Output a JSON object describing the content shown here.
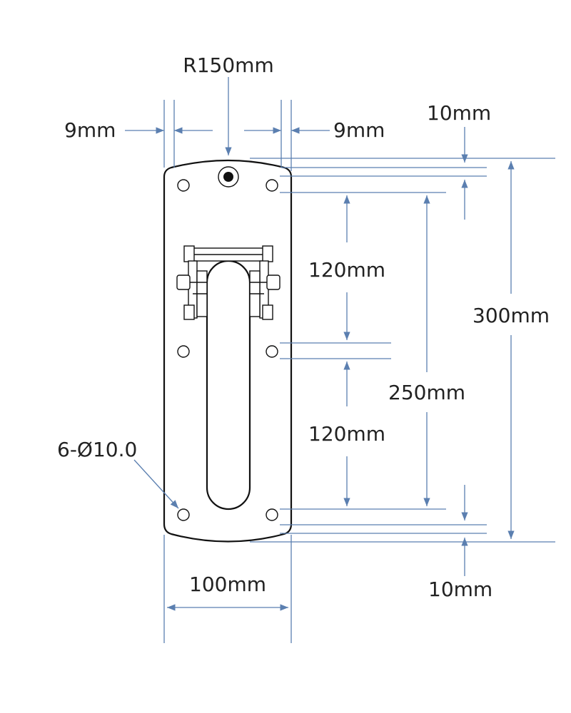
{
  "labels": {
    "radius": "R150mm",
    "left_margin": "9mm",
    "right_margin": "9mm",
    "top_offset": "10mm",
    "bottom_offset": "10mm",
    "upper_spacing": "120mm",
    "lower_spacing": "120mm",
    "hole_span": "250mm",
    "total_height": "300mm",
    "width": "100mm",
    "holes": "6-Ø10.0"
  },
  "colors": {
    "dimension_line": "#5b7fb0",
    "part_outline": "#111111",
    "text": "#222222"
  }
}
